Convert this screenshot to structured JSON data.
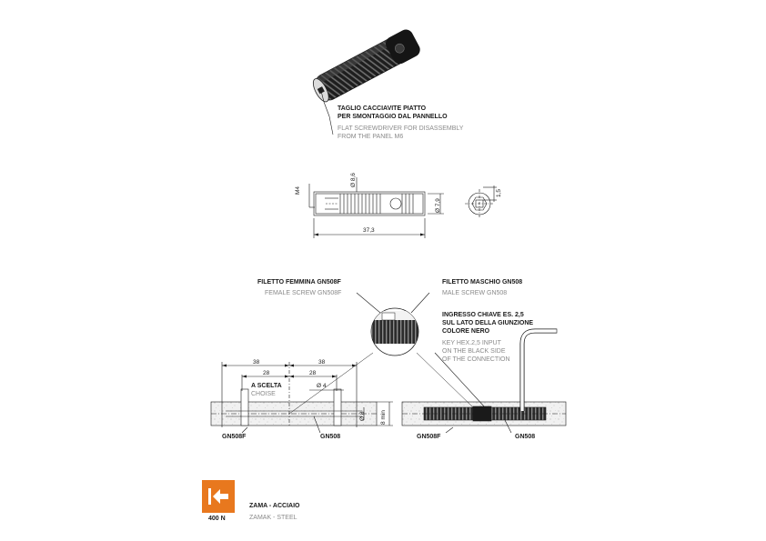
{
  "callout_top": {
    "it_line1": "TAGLIO CACCIAVITE PIATTO",
    "it_line2": "PER SMONTAGGIO DAL PANNELLO",
    "en_line1": "FLAT SCREWDRIVER FOR DISASSEMBLY",
    "en_line2": "FROM THE PANEL M6"
  },
  "dimensions": {
    "thread": "M4",
    "diameter_outer": "Ø 8,6",
    "diameter_small": "Ø 7,9",
    "length": "37,3",
    "hex": "1,5",
    "left_38": "38",
    "right_38": "38",
    "left_28": "28",
    "right_28": "28",
    "hole": "Ø 4",
    "depth": "Ø 8",
    "min": "8 min"
  },
  "female_screw": {
    "it": "FILETTO FEMMINA GN508F",
    "en": "FEMALE SCREW GN508F"
  },
  "male_screw": {
    "it": "FILETTO MASCHIO GN508",
    "en": "MALE SCREW GN508"
  },
  "key_input": {
    "it_line1": "INGRESSO CHIAVE ES. 2,5",
    "it_line2": "SUL LATO DELLA GIUNZIONE",
    "it_line3": "COLORE NERO",
    "en_line1": "KEY HEX.2,5 INPUT",
    "en_line2": "ON THE BLACK SIDE",
    "en_line3": "OF THE CONNECTION"
  },
  "choice": {
    "it": "A SCELTA",
    "en": "CHOISE"
  },
  "part_labels": {
    "left_f": "GN508F",
    "left_m": "GN508",
    "right_f": "GN508F",
    "right_m": "GN508"
  },
  "force": {
    "value": "400 N",
    "icon_color": "#e8781e"
  },
  "material": {
    "it": "ZAMA - ACCIAIO",
    "en": "ZAMAK - STEEL"
  }
}
